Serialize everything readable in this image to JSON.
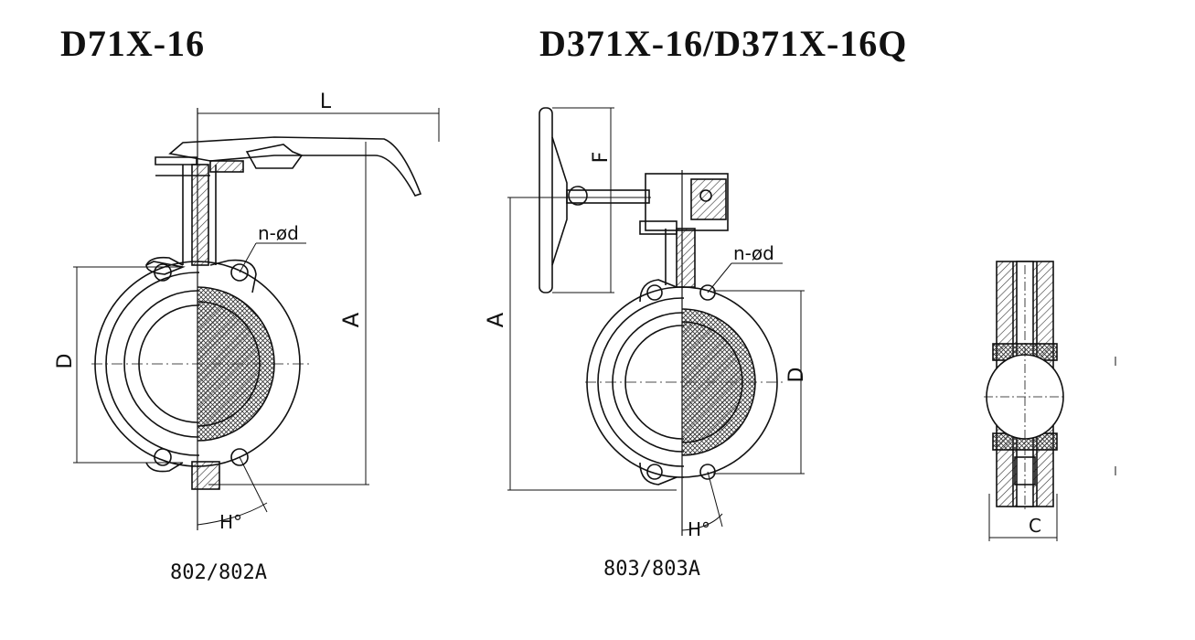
{
  "titles": {
    "left": "D71X-16",
    "right": "D371X-16/D371X-16Q"
  },
  "codes": {
    "left": "802/802A",
    "right": "803/803A"
  },
  "labels": {
    "L": "L",
    "A": "A",
    "D": "D",
    "F": "F",
    "C": "C",
    "holes": "n-ød",
    "angle": "H°"
  },
  "colors": {
    "line": "#111111",
    "hatch": "#333333",
    "background": "#ffffff"
  }
}
